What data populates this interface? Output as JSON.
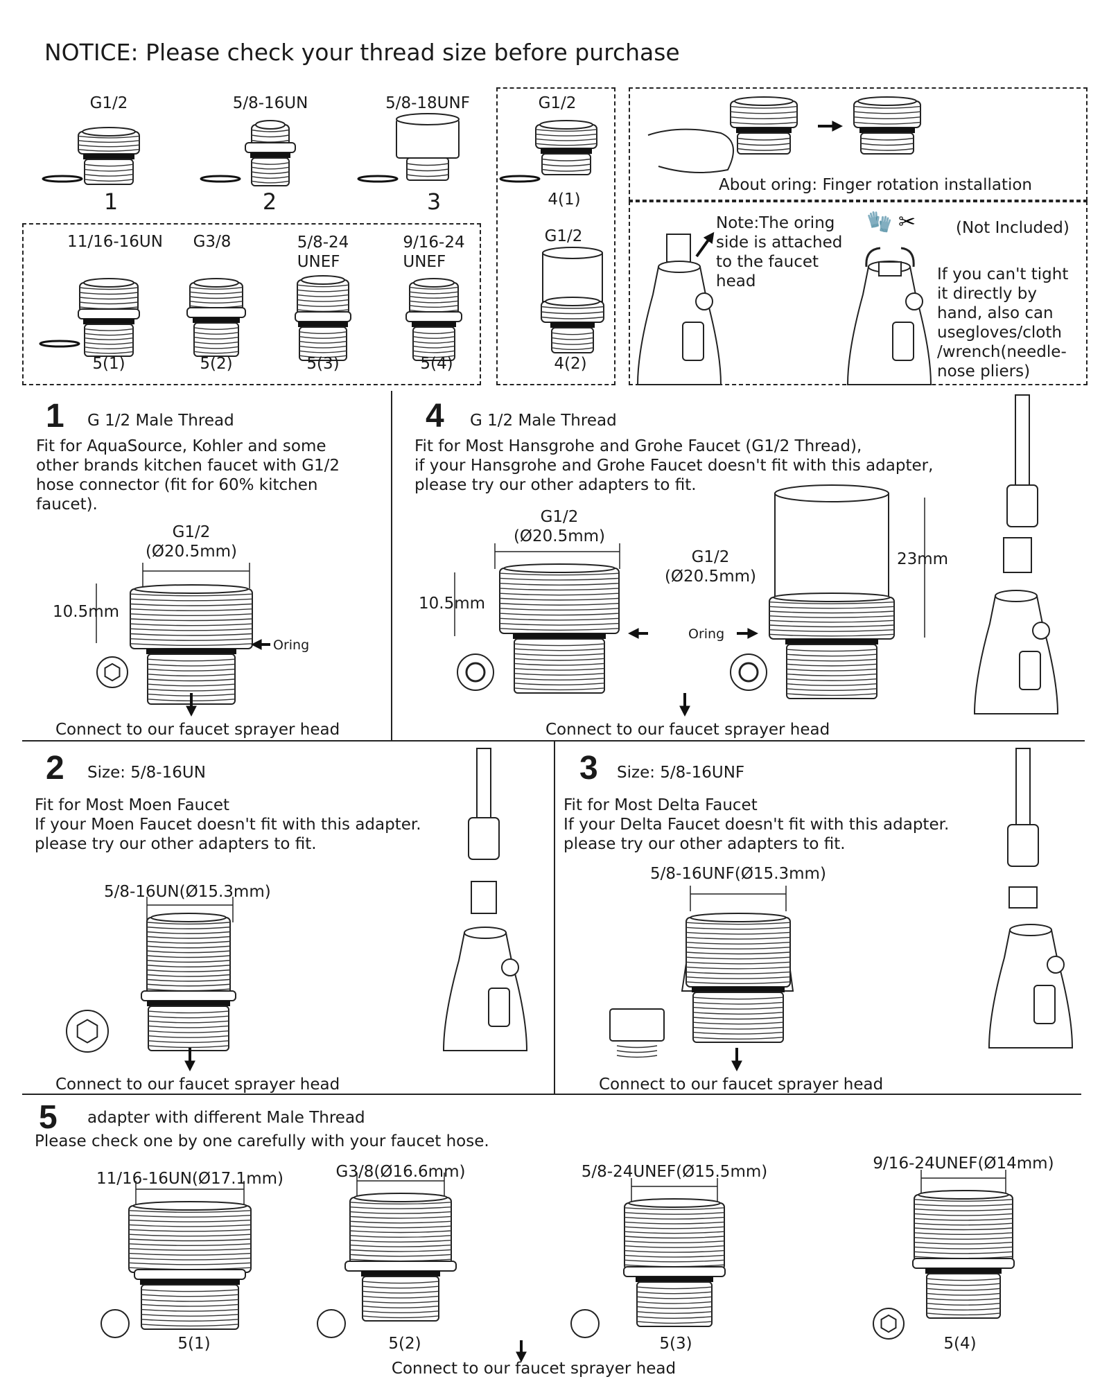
{
  "notice": "NOTICE: Please check your thread size before purchase",
  "top_row": [
    {
      "label": "G1/2",
      "num": "1"
    },
    {
      "label": "5/8-16UN",
      "num": "2"
    },
    {
      "label": "5/8-18UNF",
      "num": "3"
    }
  ],
  "group5": [
    {
      "label": "11/16-16UN",
      "num": "5(1)"
    },
    {
      "label": "G3/8",
      "num": "5(2)"
    },
    {
      "label": "5/8-24\nUNEF",
      "num": "5(3)"
    },
    {
      "label": "9/16-24\nUNEF",
      "num": "5(4)"
    }
  ],
  "group4": [
    {
      "label": "G1/2",
      "num": "4(1)"
    },
    {
      "label": "G1/2",
      "num": "4(2)"
    }
  ],
  "oring_note": "About oring: Finger rotation installation",
  "install_note": "Note:The oring\nside is attached\nto the faucet\nhead",
  "not_included": "(Not Included)",
  "tool_note": "If you can't tight\nit directly by\nhand, also can\nusegloves/cloth\n/wrench(needle-\nnose pliers)",
  "sections": {
    "s1": {
      "num": "1",
      "title": "G 1/2 Male Thread",
      "desc": "Fit for AquaSource, Kohler and some\nother brands kitchen faucet with G1/2\nhose connector (fit for 60% kitchen\nfaucet).",
      "dim_label": "G1/2\n(Ø20.5mm)",
      "height": "10.5mm",
      "oring": "Oring",
      "connect": "Connect to our faucet sprayer head"
    },
    "s4": {
      "num": "4",
      "title": "G 1/2 Male Thread",
      "desc": "Fit for Most Hansgrohe and Grohe Faucet (G1/2 Thread),\nif your Hansgrohe and Grohe Faucet doesn't fit with this adapter,\nplease try our other adapters to fit.",
      "dim_a": "G1/2\n(Ø20.5mm)",
      "height_a": "10.5mm",
      "dim_b": "G1/2\n(Ø20.5mm)",
      "height_b": "23mm",
      "oring": "Oring",
      "connect": "Connect to our faucet sprayer head"
    },
    "s2": {
      "num": "2",
      "title": "Size: 5/8-16UN",
      "desc": "Fit for Most Moen Faucet\nIf your Moen Faucet doesn't fit with this adapter.\nplease try our other adapters to fit.",
      "dim_label": "5/8-16UN(Ø15.3mm)",
      "connect": "Connect to our faucet sprayer head"
    },
    "s3": {
      "num": "3",
      "title": "Size: 5/8-16UNF",
      "desc": "Fit for Most Delta Faucet\nIf your Delta Faucet doesn't fit with this adapter.\nplease try our other adapters to fit.",
      "dim_label": "5/8-16UNF(Ø15.3mm)",
      "connect": "Connect to our faucet sprayer head"
    },
    "s5": {
      "num": "5",
      "title": "adapter with different Male Thread",
      "desc": "Please check one by one carefully with your faucet hose.",
      "items": [
        {
          "dim": "11/16-16UN(Ø17.1mm)",
          "num": "5(1)"
        },
        {
          "dim": "G3/8(Ø16.6mm)",
          "num": "5(2)"
        },
        {
          "dim": "5/8-24UNEF(Ø15.5mm)",
          "num": "5(3)"
        },
        {
          "dim": "9/16-24UNEF(Ø14mm)",
          "num": "5(4)"
        }
      ],
      "connect": "Connect to our faucet sprayer head"
    }
  }
}
